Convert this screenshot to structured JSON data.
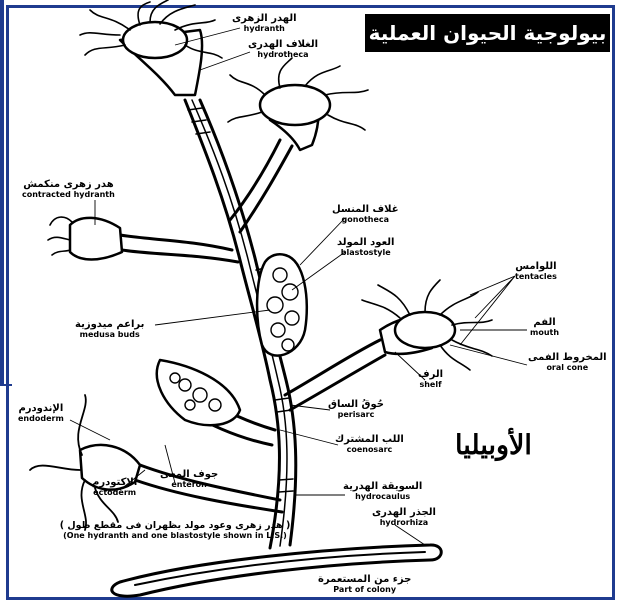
{
  "title": "بيولوجية الحيوان العملية",
  "species_name": "الأوبيليا",
  "caption": {
    "arabic": "( هدر زهرى وعود مولد يظهران فى مقطع طول )",
    "english": "(One hydranth and one blastostyle shown in L.S.)"
  },
  "labels": {
    "hydranth": {
      "ar": "الهدر الزهرى",
      "en": "hydranth"
    },
    "hydrotheca": {
      "ar": "الغلاف الهدرى",
      "en": "hydrotheca"
    },
    "contracted_hydranth": {
      "ar": "هدر زهرى منكمش",
      "en": "contracted hydranth"
    },
    "gonotheca": {
      "ar": "غلاف المنسل",
      "en": "gonotheca"
    },
    "blastostyle": {
      "ar": "العود المولد",
      "en": "blastostyle"
    },
    "tentacles": {
      "ar": "اللوامس",
      "en": "tentacles"
    },
    "medusa_buds": {
      "ar": "براعم ميدوزية",
      "en": "medusa buds"
    },
    "mouth": {
      "ar": "الفم",
      "en": "mouth"
    },
    "oral_cone": {
      "ar": "المخروط الفمى",
      "en": "oral cone"
    },
    "shelf": {
      "ar": "الرف",
      "en": "shelf"
    },
    "perisarc": {
      "ar": "حُوقُ الساق",
      "en": "perisarc"
    },
    "coenosarc": {
      "ar": "اللب المشترك",
      "en": "coenosarc"
    },
    "endoderm": {
      "ar": "الإندودرم",
      "en": "endoderm"
    },
    "ectoderm": {
      "ar": "الإكتودرم",
      "en": "ectoderm"
    },
    "enteron": {
      "ar": "جوف المعى",
      "en": "enteron"
    },
    "hydrocaulus": {
      "ar": "السويقة الهدرية",
      "en": "hydrocaulus"
    },
    "hydrorhiza": {
      "ar": "الجذر الهدرى",
      "en": "hydrorhiza"
    },
    "part_of_colony": {
      "ar": "جزء من المستعمرة",
      "en": "Part of colony"
    }
  }
}
